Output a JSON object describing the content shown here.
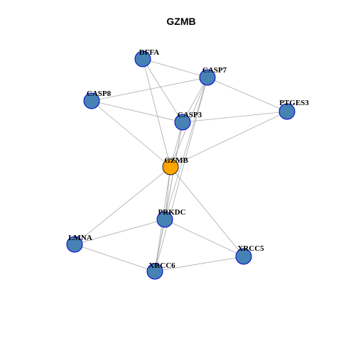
{
  "title": "GZMB",
  "colors": {
    "node_fill": "#4682b4",
    "node_stroke": "#0000cd",
    "center_fill": "#ffa500",
    "center_stroke": "#1a1a1a"
  },
  "nodes": [
    {
      "id": "DFFA",
      "label": "DFFA"
    },
    {
      "id": "CASP7",
      "label": "CASP7"
    },
    {
      "id": "CASP8",
      "label": "CASP8"
    },
    {
      "id": "PTGES3",
      "label": "PTGES3"
    },
    {
      "id": "CASP3",
      "label": "CASP3"
    },
    {
      "id": "GZMB",
      "label": "GZMB",
      "center": true
    },
    {
      "id": "PRKDC",
      "label": "PRKDC"
    },
    {
      "id": "LMNA",
      "label": "LMNA"
    },
    {
      "id": "XRCC5",
      "label": "XRCC5"
    },
    {
      "id": "XRCC6",
      "label": "XRCC6"
    }
  ],
  "edges": [
    [
      "DFFA",
      "CASP7"
    ],
    [
      "DFFA",
      "CASP3"
    ],
    [
      "DFFA",
      "GZMB"
    ],
    [
      "CASP8",
      "CASP7"
    ],
    [
      "CASP8",
      "CASP3"
    ],
    [
      "CASP8",
      "GZMB"
    ],
    [
      "CASP7",
      "PTGES3"
    ],
    [
      "CASP7",
      "CASP3"
    ],
    [
      "CASP7",
      "GZMB"
    ],
    [
      "CASP7",
      "PRKDC"
    ],
    [
      "CASP7",
      "XRCC6"
    ],
    [
      "CASP3",
      "PTGES3"
    ],
    [
      "CASP3",
      "GZMB"
    ],
    [
      "CASP3",
      "PRKDC"
    ],
    [
      "CASP3",
      "XRCC6"
    ],
    [
      "PTGES3",
      "GZMB"
    ],
    [
      "GZMB",
      "LMNA"
    ],
    [
      "GZMB",
      "XRCC5"
    ],
    [
      "GZMB",
      "PRKDC"
    ],
    [
      "GZMB",
      "XRCC6"
    ],
    [
      "PRKDC",
      "LMNA"
    ],
    [
      "PRKDC",
      "XRCC5"
    ],
    [
      "PRKDC",
      "XRCC6"
    ],
    [
      "LMNA",
      "XRCC6"
    ],
    [
      "XRCC6",
      "XRCC5"
    ]
  ]
}
